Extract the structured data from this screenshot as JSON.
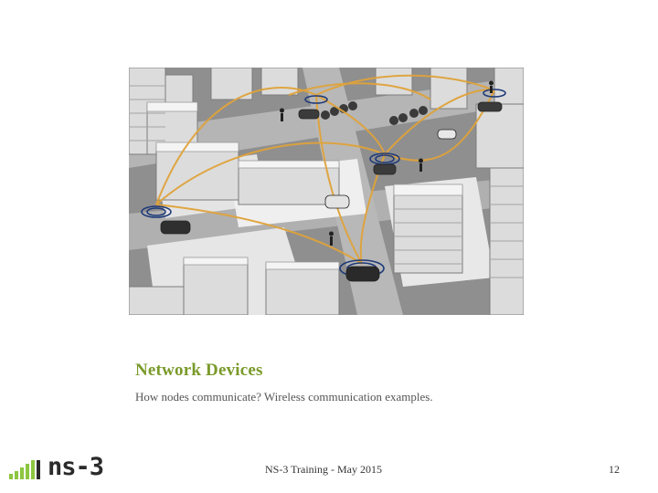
{
  "slide": {
    "title": "Network Devices",
    "subtitle": "How nodes communicate? Wireless communication examples.",
    "footer": "NS-3 Training - May 2015",
    "page_number": "12"
  },
  "logo": {
    "text": "ns-3",
    "bar_color": "#8dc63f",
    "text_color": "#2b2b2b"
  },
  "illustration": {
    "icon": "city-wireless-network-illustration",
    "link_color": "#e0a33a",
    "signal_color": "#1e3a78"
  },
  "colors": {
    "title": "#7a9a2a",
    "text": "#555555"
  }
}
